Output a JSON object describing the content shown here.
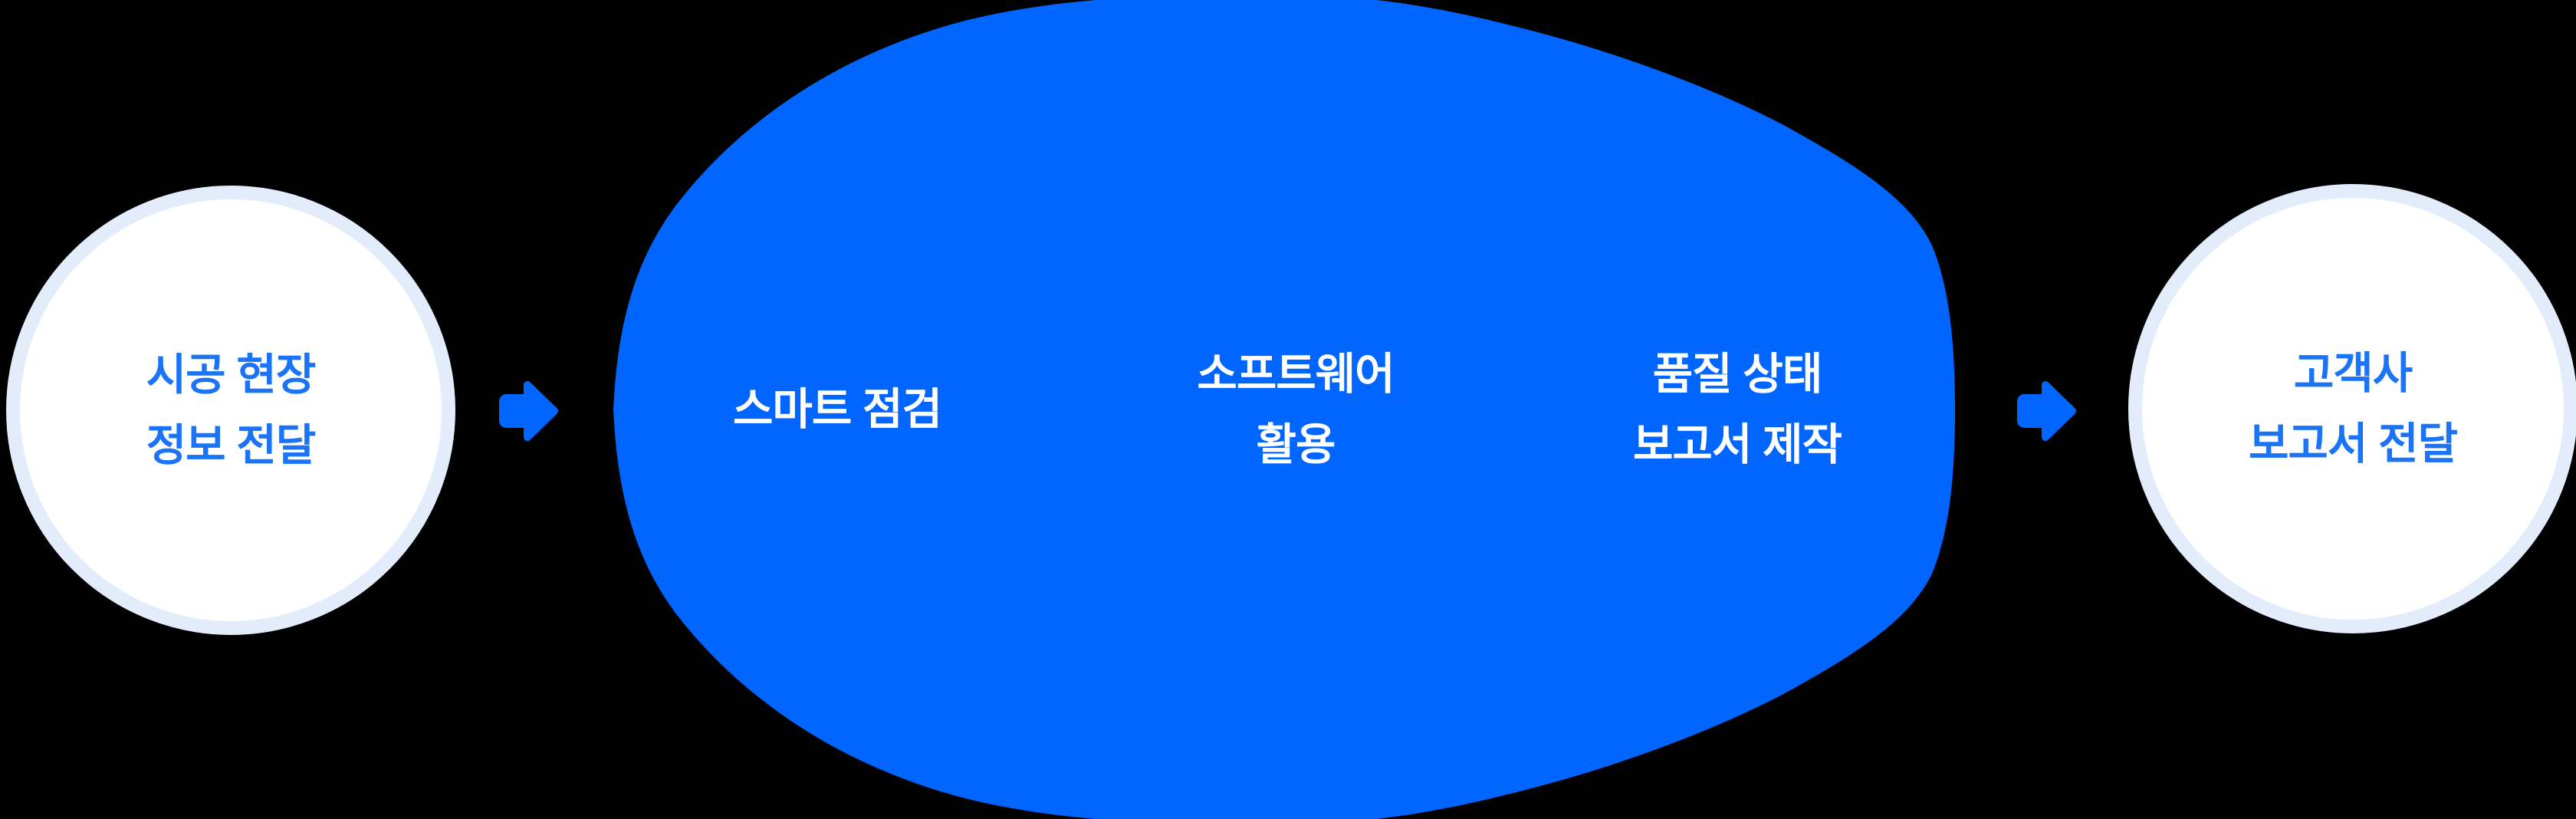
{
  "diagram": {
    "background": "#000000",
    "start_node": {
      "lines": [
        "시공 현장",
        "정보 전달"
      ]
    },
    "process_blob": {
      "steps": [
        {
          "lines": [
            "스마트 점검"
          ]
        },
        {
          "lines": [
            "소프트웨어",
            "활용"
          ]
        },
        {
          "lines": [
            "품질 상태",
            "보고서 제작"
          ]
        }
      ]
    },
    "end_node": {
      "lines": [
        "고객사",
        "보고서 전달"
      ]
    },
    "arrow_icon": "arrow-right",
    "colors": {
      "blob": "#0066FF",
      "arrow": "#0066FF",
      "node_text": "#1B73F5",
      "node_ring": "#E2ECFB",
      "node_fill": "#FFFFFF",
      "blob_text": "#FFFFFF",
      "bg": "#000000"
    }
  }
}
